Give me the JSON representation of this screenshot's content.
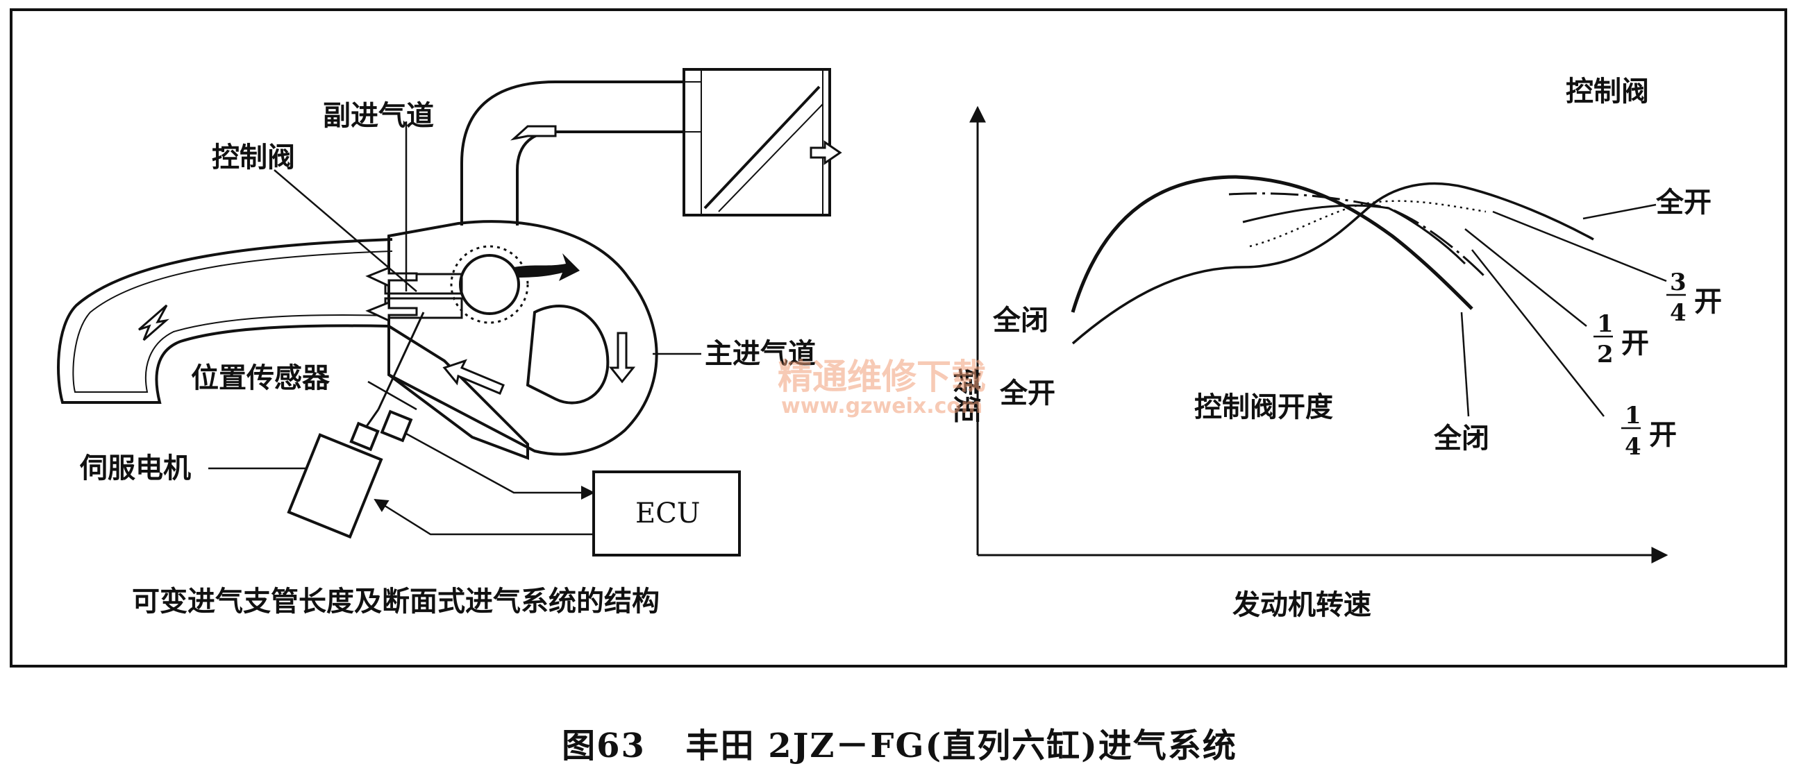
{
  "left_diagram": {
    "labels": {
      "sub_runner": "副进气道",
      "control_valve": "控制阀",
      "main_runner": "主进气道",
      "position_sensor": "位置传感器",
      "servo_motor": "伺服电机",
      "ecu": "ECU"
    },
    "caption": "可变进气支管长度及断面式进气系统的结构"
  },
  "right_chart": {
    "legend_title": "控制阀",
    "ylabel": "转矩",
    "xlabel": "发动机转速",
    "center_label": "控制阀开度",
    "curve_labels": {
      "full_closed_left": "全闭",
      "full_open_left": "全开",
      "full_open_right": "全开",
      "three_quarter_num": "3",
      "three_quarter_den": "4",
      "half_num": "1",
      "half_den": "2",
      "quarter_num": "1",
      "quarter_den": "4",
      "open_suffix": "开",
      "full_closed_bottom": "全闭"
    }
  },
  "watermark": {
    "line1": "精通维修下载",
    "line2": "www.gzweix.com"
  },
  "figure_caption": {
    "number": "图63",
    "text": "丰田 2JZ－FG(直列六缸)进气系统"
  }
}
